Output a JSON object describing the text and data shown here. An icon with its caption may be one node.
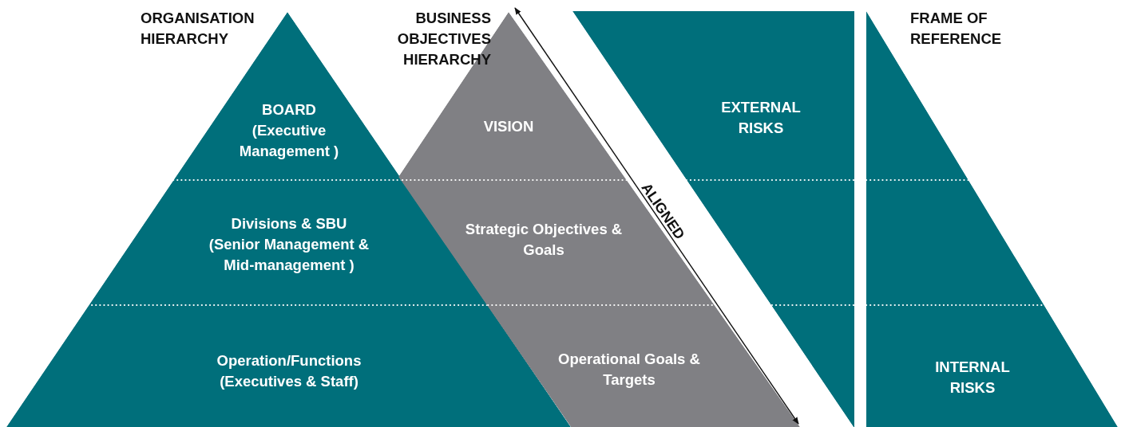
{
  "diagram": {
    "nodes": [
      {
        "text": [
          "BOARD (Executive Management )",
          "Divisions & SBU (Senior Management & Mid-management )",
          "Operation/Functions (Executives & Staff)"
        ]
      },
      {
        "text": [
          "VISION",
          "Strategic Objectives & Goals",
          "Operational Goals & Targets"
        ]
      },
      {
        "text": [
          "EXTERNAL RISKS"
        ]
      },
      {
        "text": [
          "INTERNAL RISKS"
        ]
      }
    ],
    "labels": [
      "ORGANISATION HIERARCHY",
      "BUSINESS OBJECTIVES HIERARCHY",
      "FRAME OF REFERENCE",
      "ALIGNED"
    ]
  }
}
